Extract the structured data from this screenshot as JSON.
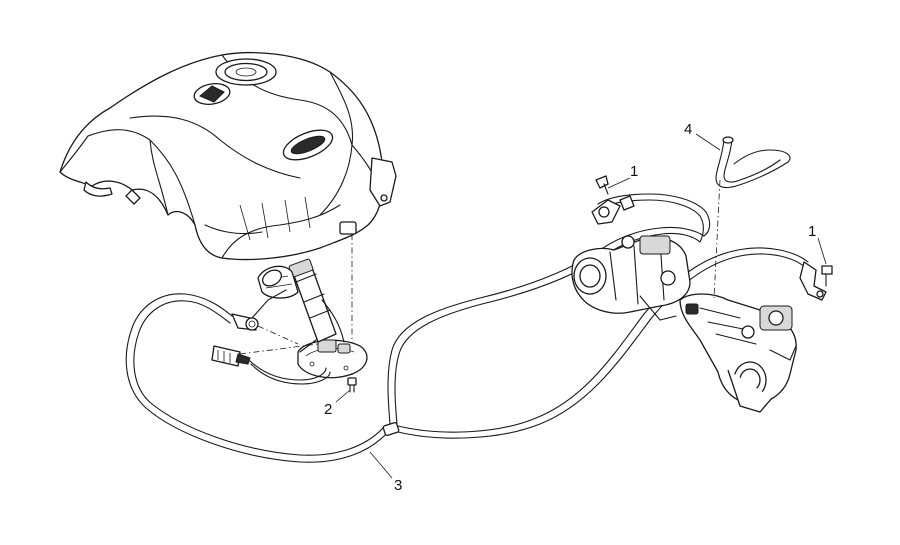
{
  "callouts": [
    {
      "id": "callout-1-left",
      "label": "1"
    },
    {
      "id": "callout-1-right",
      "label": "1"
    },
    {
      "id": "callout-2",
      "label": "2"
    },
    {
      "id": "callout-3",
      "label": "3"
    },
    {
      "id": "callout-4",
      "label": "4"
    }
  ],
  "colors": {
    "line": "#1a1a1a",
    "fill": "#ffffff",
    "shade": "#d8d8d8"
  }
}
